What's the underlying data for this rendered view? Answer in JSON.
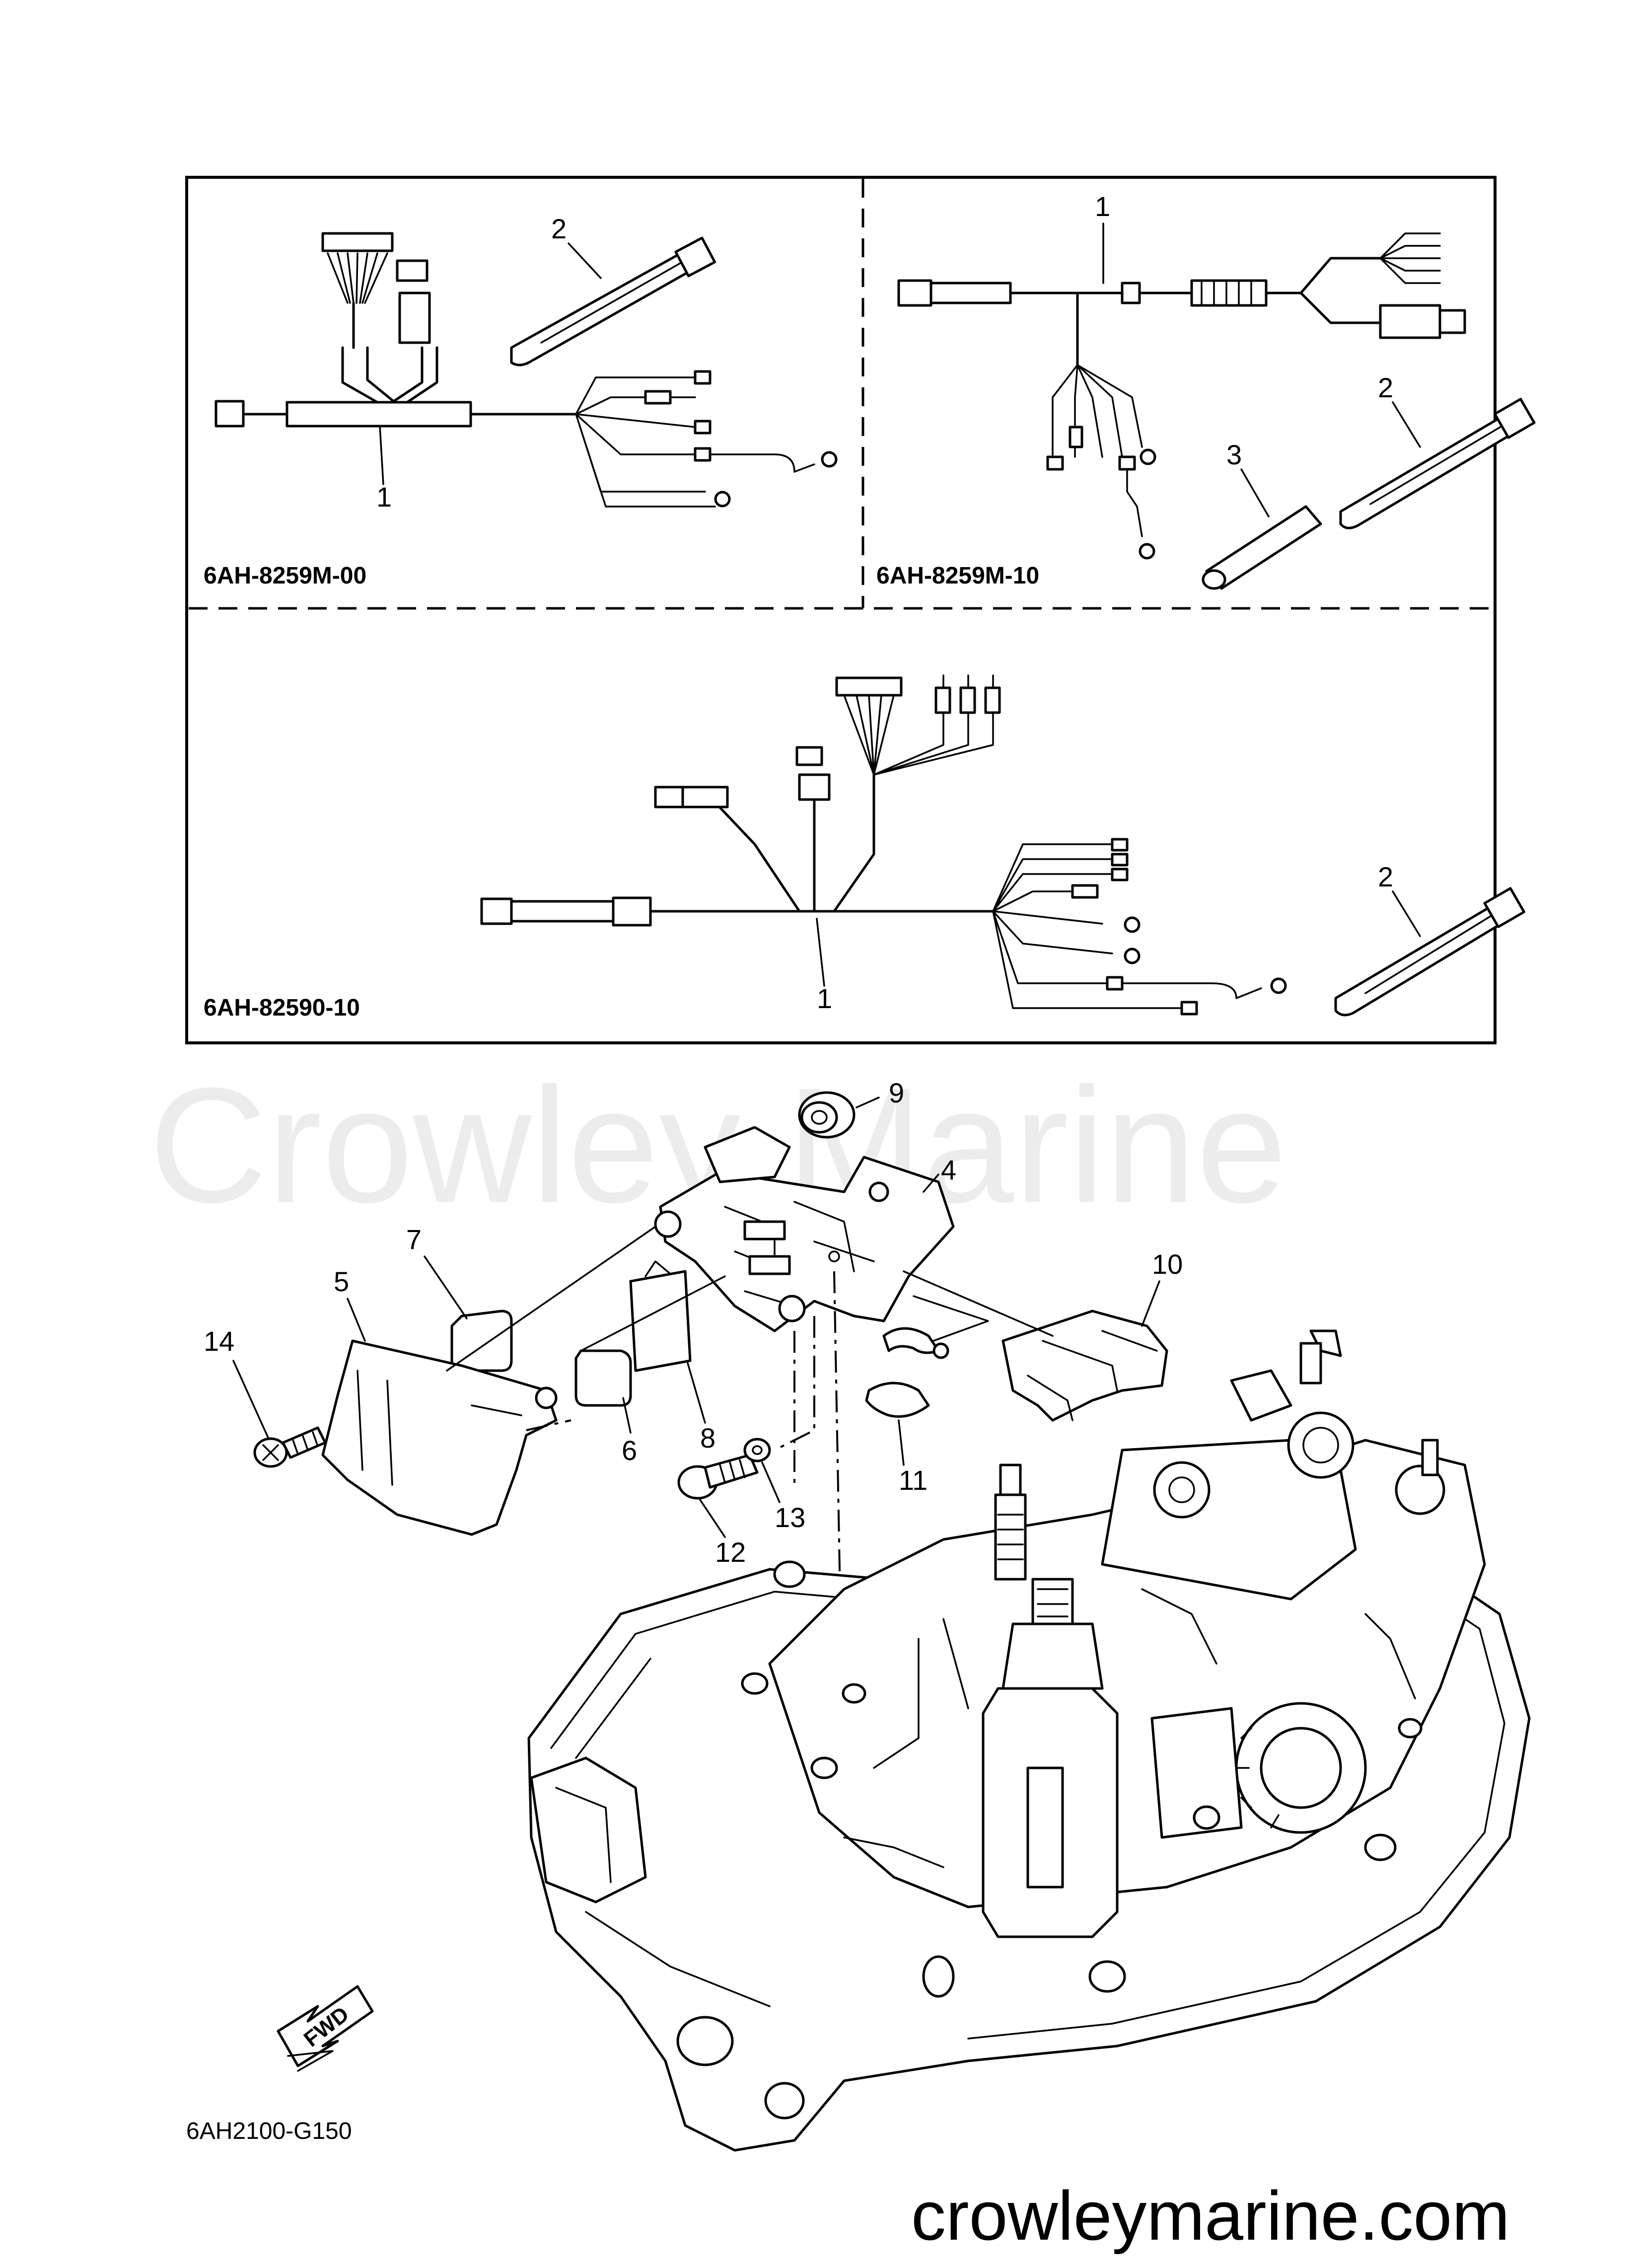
{
  "watermark": "Crowley Marine",
  "website": "crowleymarine.com",
  "reference_code": "6AH2100-G150",
  "fwd_label": "FWD",
  "kits": [
    {
      "code": "6AH-8259M-00",
      "callouts": [
        "1",
        "2"
      ]
    },
    {
      "code": "6AH-8259M-10",
      "callouts": [
        "1",
        "2",
        "3"
      ]
    },
    {
      "code": "6AH-82590-10",
      "callouts": [
        "1",
        "2"
      ]
    }
  ],
  "exploded_callouts": [
    "4",
    "5",
    "6",
    "7",
    "8",
    "9",
    "10",
    "11",
    "12",
    "13",
    "14"
  ]
}
